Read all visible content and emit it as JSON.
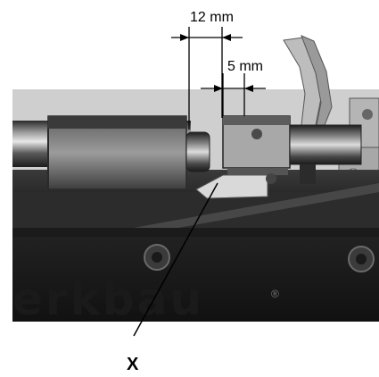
{
  "dimensions": {
    "outer": "12 mm",
    "inner": "5 mm"
  },
  "callout": {
    "label": "X"
  },
  "brand": {
    "logo_text": "erkbau",
    "registered_mark": "®"
  }
}
